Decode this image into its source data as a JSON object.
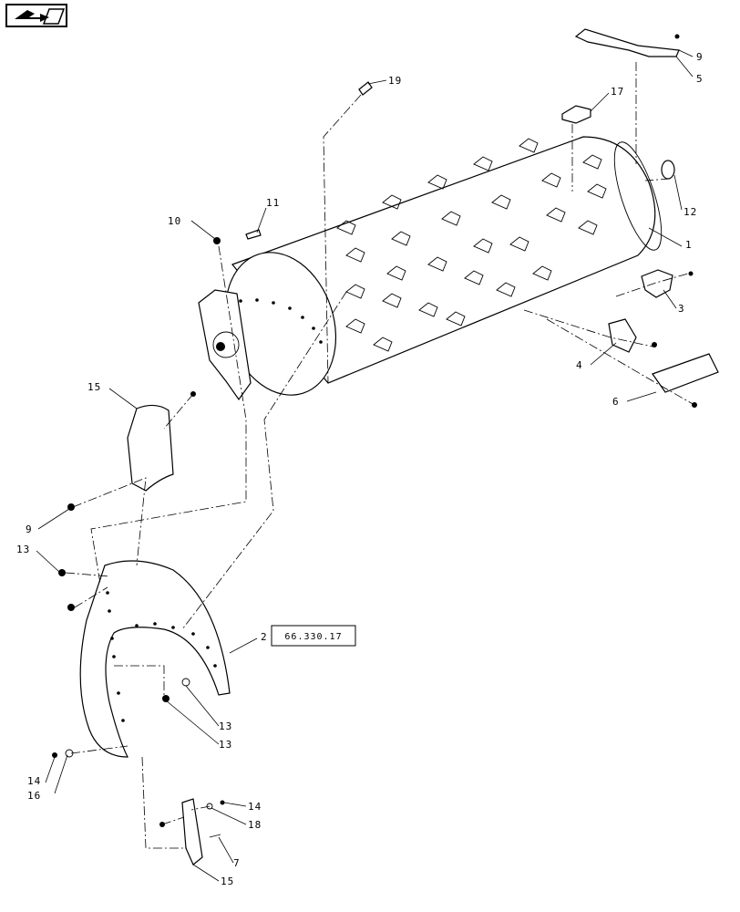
{
  "nav": {
    "icon": "next-page-arrow-icon"
  },
  "reference": {
    "label": "66.330.17"
  },
  "callouts": [
    {
      "id": "c19",
      "label": "19"
    },
    {
      "id": "c17",
      "label": "17"
    },
    {
      "id": "c9a",
      "label": "9"
    },
    {
      "id": "c5",
      "label": "5"
    },
    {
      "id": "c12",
      "label": "12"
    },
    {
      "id": "c1",
      "label": "1"
    },
    {
      "id": "c11",
      "label": "11"
    },
    {
      "id": "c10",
      "label": "10"
    },
    {
      "id": "c3",
      "label": "3"
    },
    {
      "id": "c4",
      "label": "4"
    },
    {
      "id": "c6",
      "label": "6"
    },
    {
      "id": "c15a",
      "label": "15"
    },
    {
      "id": "c9b",
      "label": "9"
    },
    {
      "id": "c13a",
      "label": "13"
    },
    {
      "id": "c2",
      "label": "2"
    },
    {
      "id": "c13b",
      "label": "13"
    },
    {
      "id": "c13c",
      "label": "13"
    },
    {
      "id": "c14a",
      "label": "14"
    },
    {
      "id": "c16",
      "label": "16"
    },
    {
      "id": "c14b",
      "label": "14"
    },
    {
      "id": "c18",
      "label": "18"
    },
    {
      "id": "c7",
      "label": "7"
    },
    {
      "id": "c15b",
      "label": "15"
    }
  ]
}
